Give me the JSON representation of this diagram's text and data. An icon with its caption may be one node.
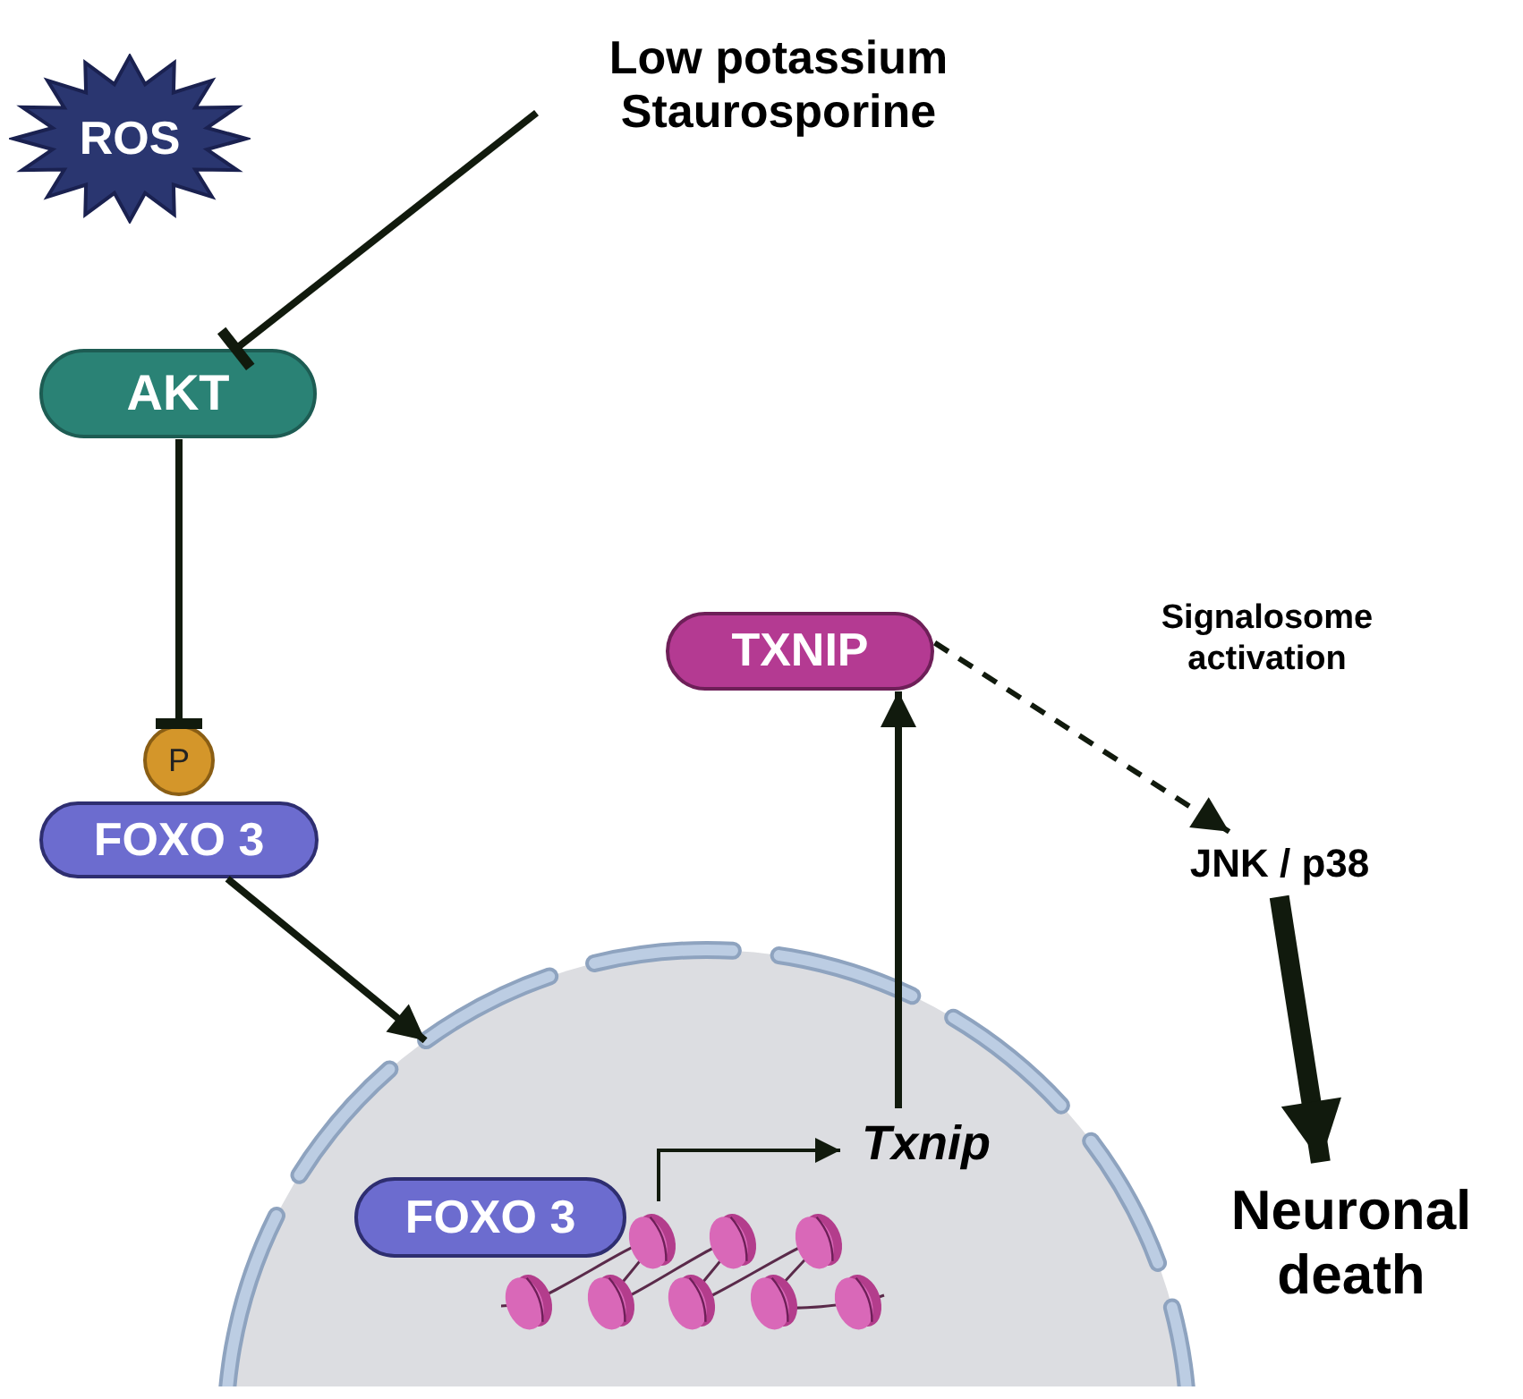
{
  "diagram": {
    "nodes": [
      {
        "text": [
          "ROS"
        ]
      },
      {
        "text": [
          "Low potassium Staurosporine"
        ]
      },
      {
        "text": [
          "AKT"
        ]
      },
      {
        "text": [
          "P"
        ]
      },
      {
        "text": [
          "FOXO 3"
        ]
      },
      {
        "text": [],
        "shape": "circle"
      },
      {
        "text": [
          "TXNIP"
        ]
      },
      {
        "text": [
          "FOXO 3"
        ],
        "in": 5
      },
      {
        "text": [],
        "shape": "picture",
        "in": 5
      },
      {
        "text": [
          "Txnip"
        ],
        "in": 5
      },
      {
        "text": [
          "JNK / p38"
        ]
      },
      {
        "text": [
          "Neuronal death"
        ]
      }
    ],
    "edges": [
      {
        "from": 1,
        "to": 2,
        "arrow": "other"
      },
      {
        "from": 2,
        "to": 3,
        "arrow": "other"
      },
      {
        "from": 4,
        "to": 5,
        "arrow": "to"
      },
      {
        "from": 8,
        "to": 9,
        "arrow": "to"
      },
      {
        "from": 9,
        "to": 6,
        "arrow": "to"
      },
      {
        "from": 6,
        "to": 10,
        "arrow": "to",
        "label": "Signalosome activation",
        "style": "dashed"
      },
      {
        "from": 10,
        "to": 11,
        "arrow": "to",
        "style": "thick"
      }
    ]
  }
}
